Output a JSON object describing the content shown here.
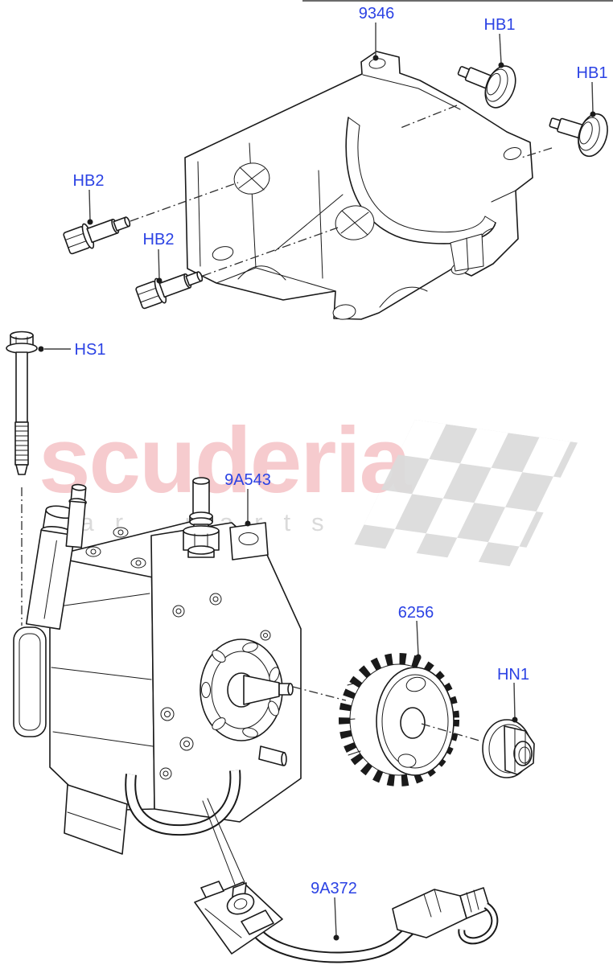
{
  "diagram": {
    "part_labels": [
      {
        "id": "9346"
      },
      {
        "id": "HB1"
      },
      {
        "id": "HB1"
      },
      {
        "id": "HB2"
      },
      {
        "id": "HB2"
      },
      {
        "id": "HS1"
      },
      {
        "id": "9A543"
      },
      {
        "id": "6256"
      },
      {
        "id": "HN1"
      },
      {
        "id": "9A372"
      }
    ],
    "watermark": {
      "brand": "scuderia",
      "tagline": "car parts"
    },
    "colors": {
      "label_blue": "#2B42E4",
      "watermark_pink": "#F6CBCE",
      "watermark_gray": "#DADADA",
      "flag_gray": "#DBDBDB",
      "line_art": "#1A1A1A",
      "background": "#FFFFFF"
    }
  }
}
